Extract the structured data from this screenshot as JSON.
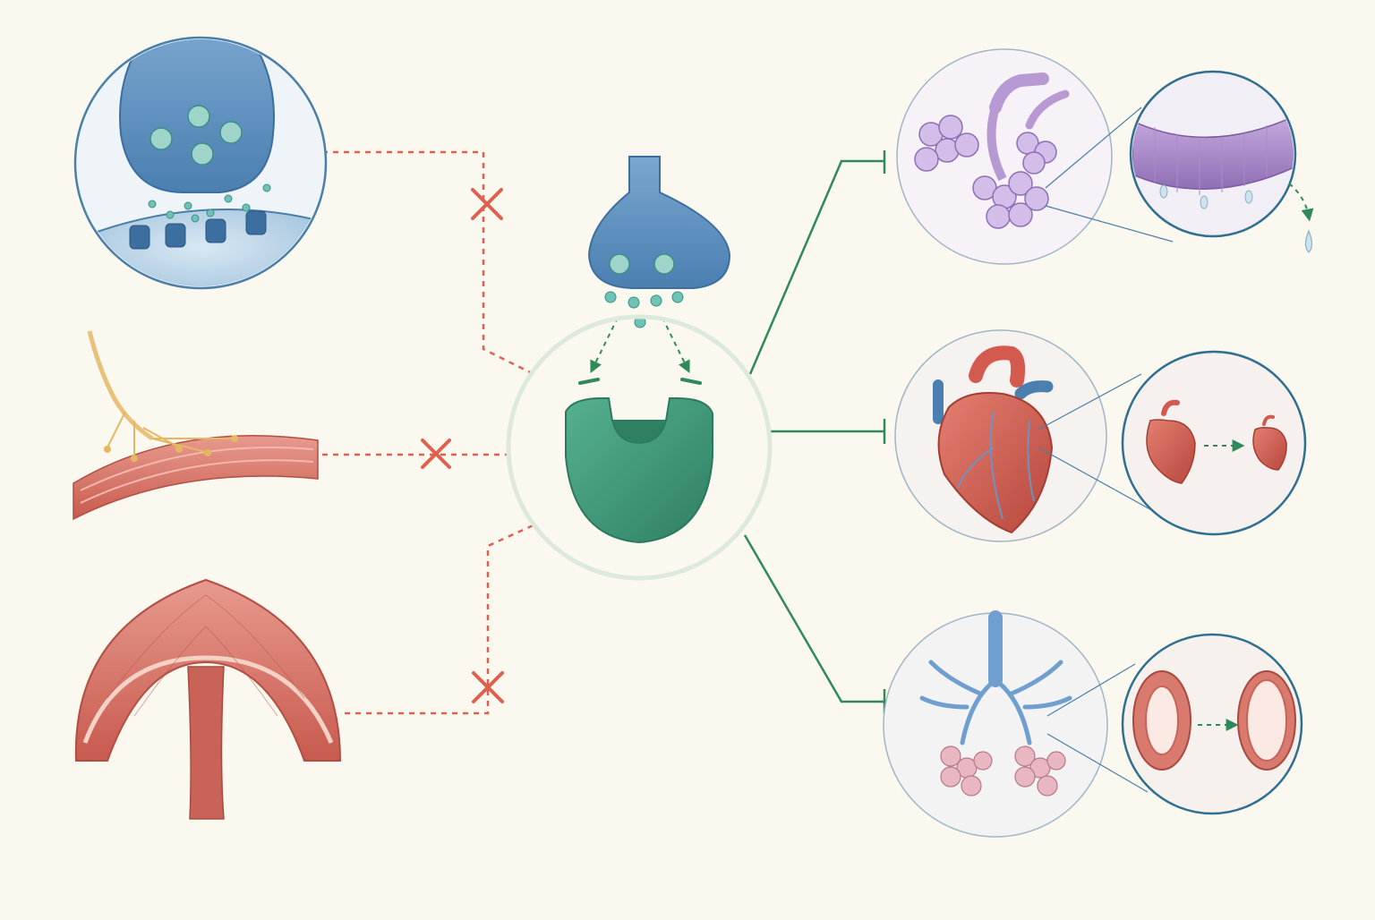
{
  "diagram": {
    "colors": {
      "background": "#fbf8ef",
      "receptor": "#3f9a7b",
      "receptor_dark": "#2b7a5f",
      "neuron": "#5b8fbf",
      "neuron_dark": "#3c6f9f",
      "vesicle": "#6fc2b6",
      "blocked_line": "#e0604f",
      "effect_line": "#2f8a5a",
      "muscle": "#d46a5e",
      "gland": "#b79ad3",
      "lung_airway": "#6f9fcf",
      "alveoli": "#e0a9b4",
      "heart": "#d35a4e"
    },
    "icons": {
      "blocked_marker": "x-cross",
      "effect_arrow": "inhibition-bar",
      "transition_arrow": "dashed-arrow"
    },
    "center": {
      "name": "receptor",
      "shape": "cup-receptor"
    },
    "blocked_targets": [
      {
        "id": "synapse",
        "icon": "synapse-icon"
      },
      {
        "id": "neuromuscular-junction",
        "icon": "neuromuscular-junction-icon"
      },
      {
        "id": "diaphragm",
        "icon": "diaphragm-icon"
      }
    ],
    "effect_targets": [
      {
        "id": "glands",
        "icon": "gland-icon",
        "detail_icon": "epithelium-secretion-icon"
      },
      {
        "id": "heart",
        "icon": "heart-icon",
        "detail_icon": "heart-shrink-icon"
      },
      {
        "id": "lungs",
        "icon": "lungs-icon",
        "detail_icon": "airway-dilation-icon"
      }
    ]
  }
}
